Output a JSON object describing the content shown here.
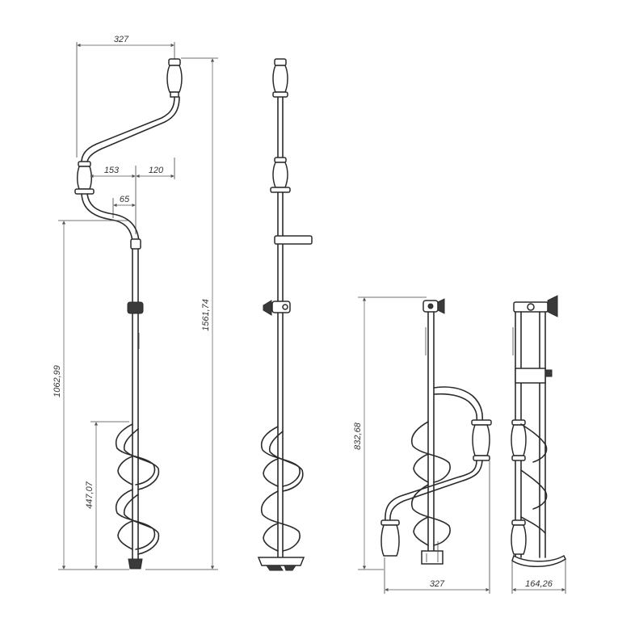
{
  "dimensions": {
    "crank_width_top": "327",
    "offset_a": "153",
    "offset_b": "120",
    "offset_c": "65",
    "total_height": "1561,74",
    "lower_height": "1062,99",
    "blade_height": "447,07",
    "folded_height": "832,68",
    "folded_width": "327",
    "folded_depth": "164,26"
  }
}
